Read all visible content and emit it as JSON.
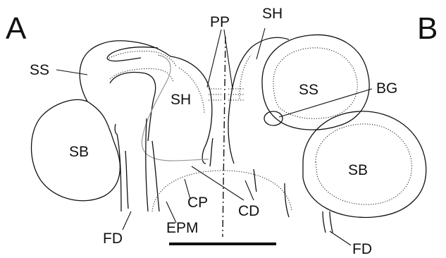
{
  "panels": {
    "left": "A",
    "right": "B"
  },
  "labels": {
    "pp": "PP",
    "sh_top": "SH",
    "ss_left": "SS",
    "sh_mid": "SH",
    "ss_right": "SS",
    "bg": "BG",
    "sb_left": "SB",
    "sb_right": "SB",
    "cp": "CP",
    "cd": "CD",
    "fd_left": "FD",
    "fd_right": "FD",
    "epm": "EPM"
  }
}
